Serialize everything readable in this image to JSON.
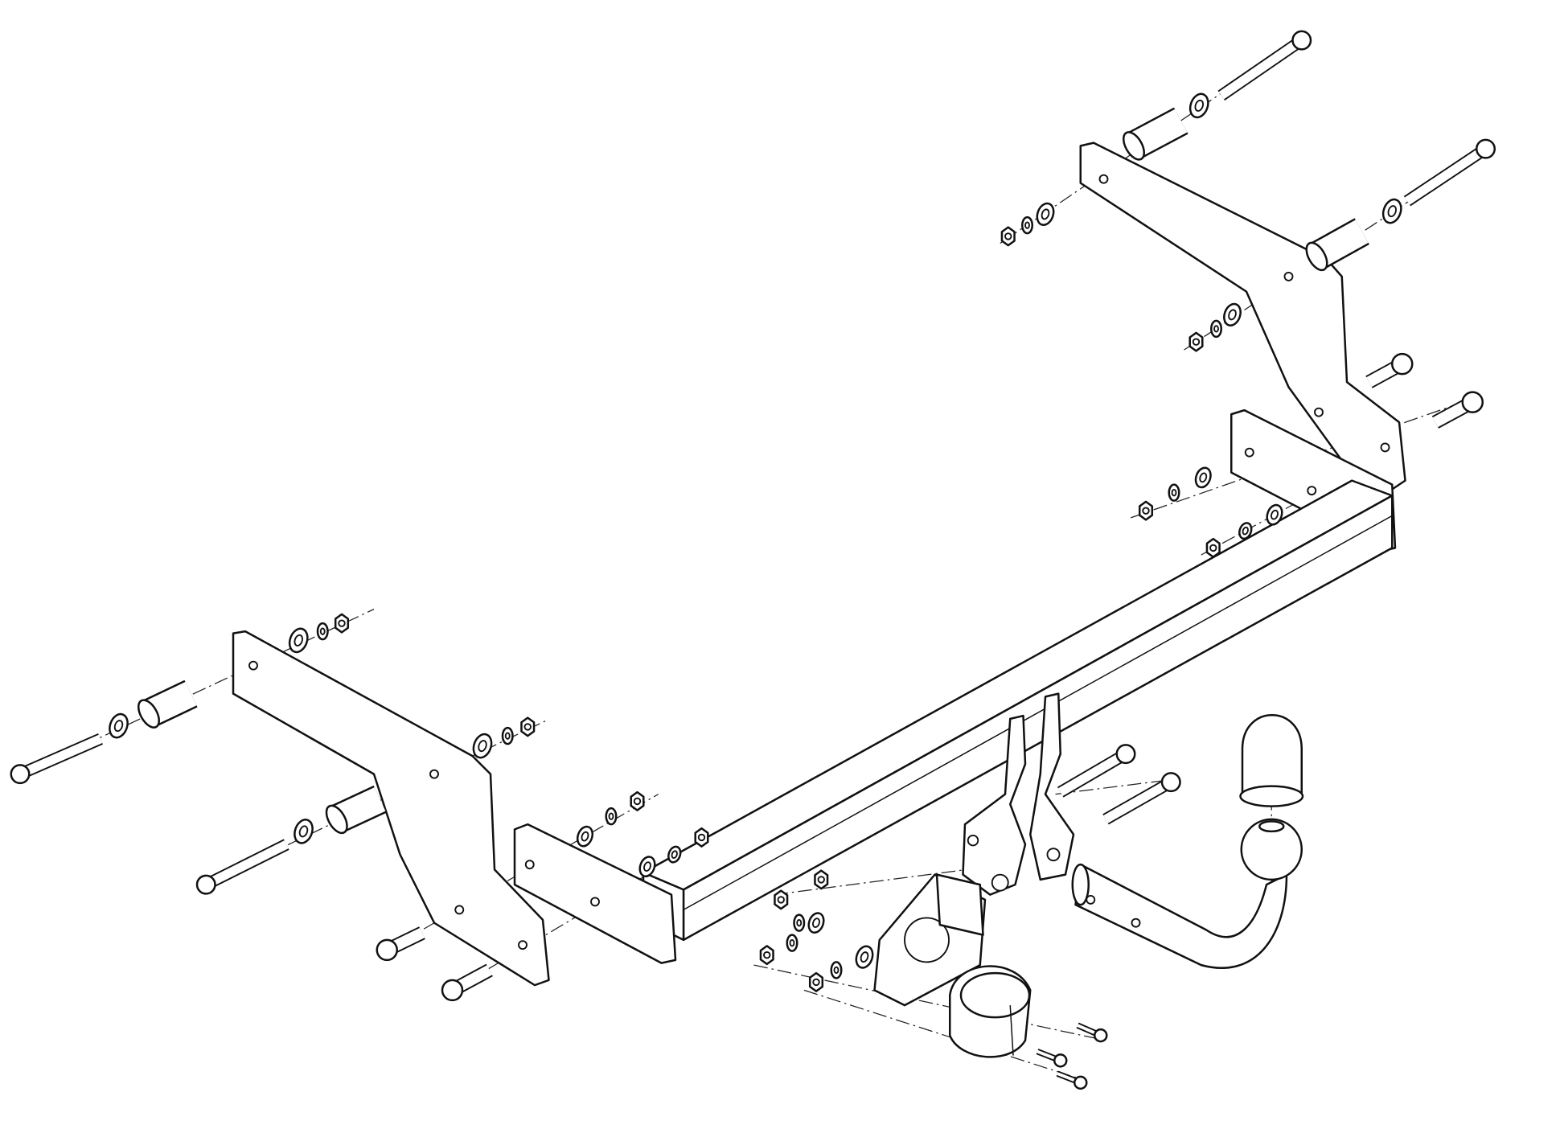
{
  "diagram": {
    "type": "exploded-assembly",
    "subject": "towbar-with-detachable-ball",
    "colors": {
      "line": "#111111",
      "background": "#ffffff"
    },
    "parts": [
      "main-crossbar",
      "left-side-bracket",
      "right-side-bracket",
      "left-end-plate",
      "right-end-plate",
      "ball-mount-plates",
      "tow-ball-neck",
      "tow-ball",
      "ball-cap",
      "socket-plate",
      "electrical-socket",
      "bolts",
      "nuts",
      "washers",
      "spacers"
    ]
  }
}
